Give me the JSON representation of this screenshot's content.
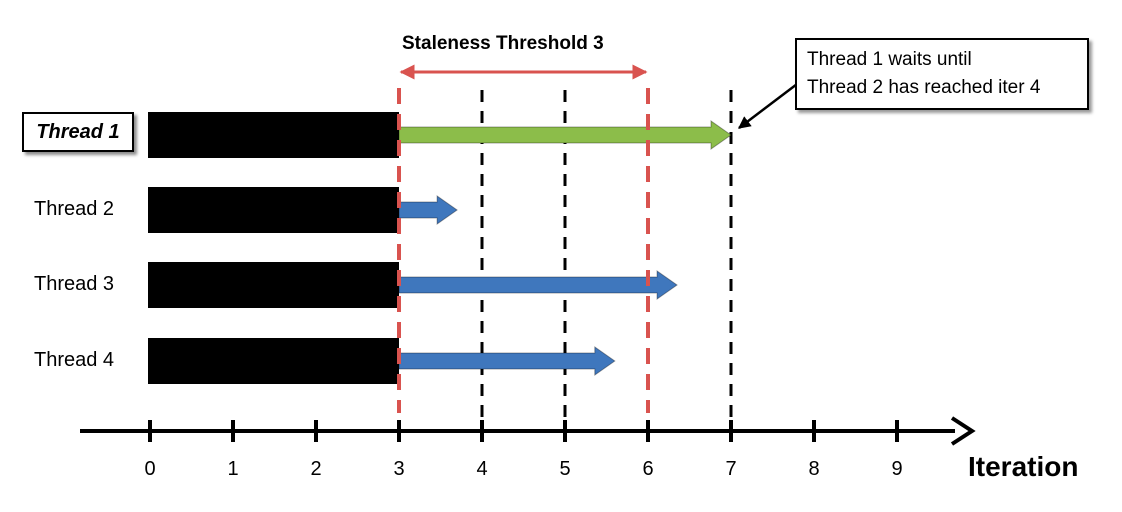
{
  "threshold": {
    "label": "Staleness Threshold 3",
    "from_iter": 3,
    "to_iter": 6,
    "color": "#d9534f"
  },
  "callout": {
    "lines": [
      "Thread 1 waits until",
      "Thread 2 has reached iter 4"
    ],
    "points_to_iter": 7
  },
  "axis": {
    "title": "Iteration",
    "ticks": [
      "0",
      "1",
      "2",
      "3",
      "4",
      "5",
      "6",
      "7",
      "8",
      "9"
    ],
    "dashed_iters": [
      4,
      5,
      7
    ]
  },
  "threads": [
    {
      "label": "Thread 1",
      "completed_to": 3,
      "progress_to": 7,
      "arrow_color": "#8cbd4a",
      "highlighted": true
    },
    {
      "label": "Thread 2",
      "completed_to": 3,
      "progress_to": 3.7,
      "arrow_color": "#3f77bd",
      "highlighted": false
    },
    {
      "label": "Thread 3",
      "completed_to": 3,
      "progress_to": 6.35,
      "arrow_color": "#3f77bd",
      "highlighted": false
    },
    {
      "label": "Thread 4",
      "completed_to": 3,
      "progress_to": 5.6,
      "arrow_color": "#3f77bd",
      "highlighted": false
    }
  ]
}
